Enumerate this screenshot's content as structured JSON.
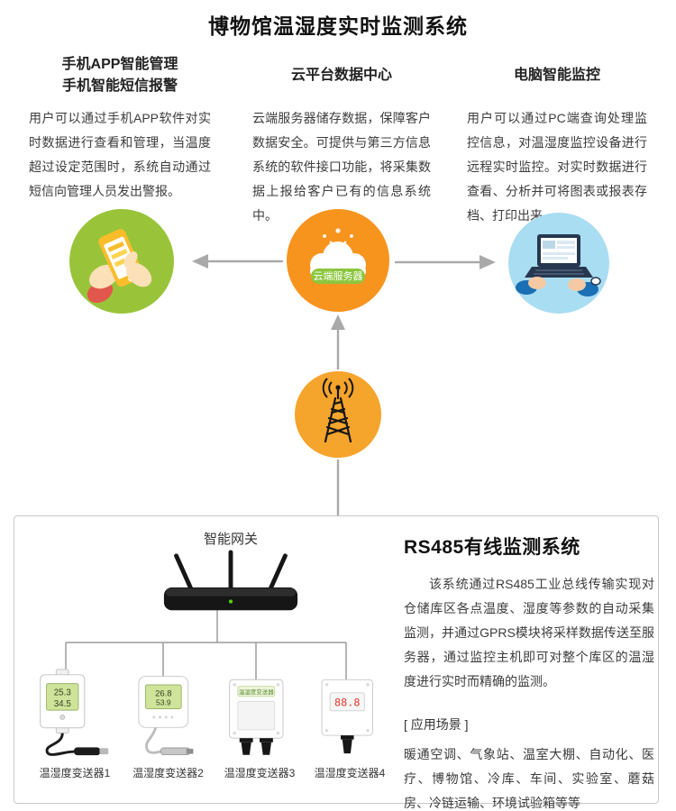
{
  "title": "博物馆温湿度实时监测系统",
  "features": [
    {
      "heading_lines": [
        "手机APP智能管理",
        "手机智能短信报警"
      ],
      "body": "用户可以通过手机APP软件对实时数据进行查看和管理，当温度超过设定范围时，系统自动通过短信向管理人员发出警报。"
    },
    {
      "heading_lines": [
        "云平台数据中心"
      ],
      "body": "云端服务器储存数据，保障客户数据安全。可提供与第三方信息系统的软件接口功能，将采集数据上报给客户已有的信息系统中。"
    },
    {
      "heading_lines": [
        "电脑智能监控"
      ],
      "body": "用户可以通过PC端查询处理监控信息，对温湿度监控设备进行远程实时监控。对实时数据进行查看、分析并可将图表或报表存档、打印出来。"
    }
  ],
  "cloud": {
    "label": "云端服务器"
  },
  "rs485": {
    "gateway_label": "智能网关",
    "heading": "RS485有线监测系统",
    "body": "该系统通过RS485工业总线传输实现对仓储库区各点温度、湿度等参数的自动采集监测，并通过GPRS模块将采样数据传送至服务器，通过监控主机即可对整个库区的温湿度进行实时而精确的监测。",
    "scenario_label": "[ 应用场景 ]",
    "scenario_body": "暖通空调、气象站、温室大棚、自动化、医疗、博物馆、冷库、车间、实验室、蘑菇房、冷链运输、环境试验箱等等",
    "devices": [
      {
        "label": "温湿度变送器1",
        "screen_top": "25.3",
        "screen_bottom": "34.5"
      },
      {
        "label": "温湿度变送器2",
        "screen_top": "26.8",
        "screen_bottom": "53.9"
      },
      {
        "label": "温湿度变送器3",
        "strip": "温湿度变送器"
      },
      {
        "label": "温湿度变送器4",
        "screen": "88.8"
      }
    ]
  },
  "colors": {
    "green_circle": "#99c43a",
    "orange_circle": "#f7941e",
    "tower_circle": "#f5a42c",
    "blue_circle": "#a9ddf1",
    "pill_green": "#8cc63e",
    "connector_gray": "#a9a9a9"
  }
}
